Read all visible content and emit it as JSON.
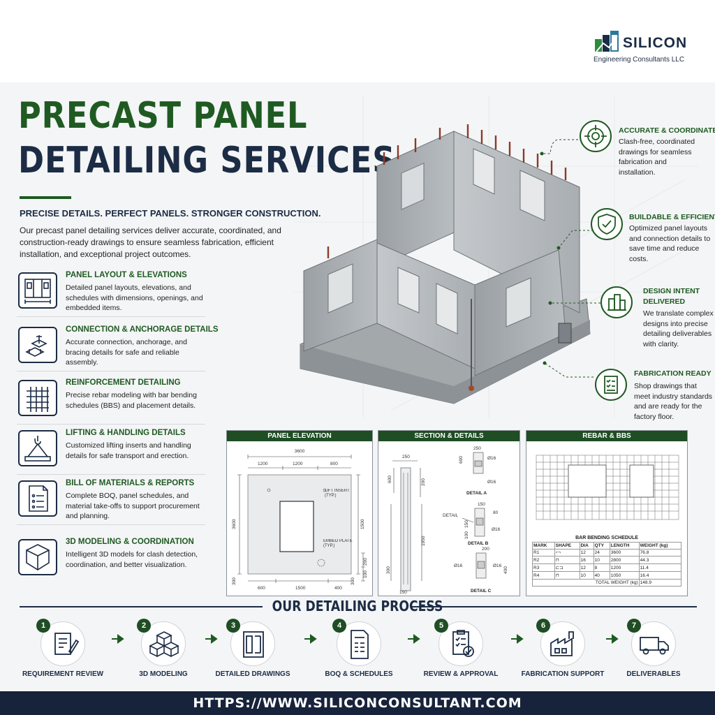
{
  "brand": {
    "name": "SILICON",
    "subtitle": "Engineering Consultants LLC"
  },
  "hero": {
    "title_line1": "PRECAST PANEL",
    "title_line2": "DETAILING SERVICES",
    "tagline": "PRECISE DETAILS. PERFECT PANELS. STRONGER CONSTRUCTION.",
    "intro": "Our precast panel detailing services deliver accurate, coordinated, and construction-ready drawings to ensure seamless fabrication, efficient installation, and exceptional project outcomes."
  },
  "services": [
    {
      "title": "PANEL LAYOUT & ELEVATIONS",
      "desc": "Detailed panel layouts, elevations, and schedules with dimensions, openings, and embedded items.",
      "icon": "panel-layout-icon"
    },
    {
      "title": "CONNECTION & ANCHORAGE DETAILS",
      "desc": "Accurate connection, anchorage, and bracing details for safe and reliable assembly.",
      "icon": "connection-icon"
    },
    {
      "title": "REINFORCEMENT DETAILING",
      "desc": "Precise rebar modeling with bar bending schedules (BBS) and placement details.",
      "icon": "rebar-grid-icon"
    },
    {
      "title": "LIFTING & HANDLING DETAILS",
      "desc": "Customized lifting inserts and handling details for safe transport and erection.",
      "icon": "lifting-hook-icon"
    },
    {
      "title": "BILL OF MATERIALS & REPORTS",
      "desc": "Complete BOQ, panel schedules, and material take-offs to support procurement and planning.",
      "icon": "document-list-icon"
    },
    {
      "title": "3D MODELING & COORDINATION",
      "desc": "Intelligent 3D models for clash detection, coordination, and better visualization.",
      "icon": "cube-icon"
    }
  ],
  "features": [
    {
      "title": "ACCURATE & COORDINATED",
      "desc": "Clash-free, coordinated drawings for seamless fabrication and installation.",
      "icon": "target-icon"
    },
    {
      "title": "BUILDABLE & EFFICIENT",
      "desc": "Optimized panel layouts and connection details to save time and reduce costs.",
      "icon": "shield-check-icon"
    },
    {
      "title": "DESIGN INTENT DELIVERED",
      "desc": "We translate complex designs into precise detailing deliverables with clarity.",
      "icon": "buildings-icon"
    },
    {
      "title": "FABRICATION READY",
      "desc": "Shop drawings that meet industry standards and are ready for the factory floor.",
      "icon": "checklist-icon"
    }
  ],
  "panels": {
    "elevation": {
      "title": "PANEL ELEVATION",
      "dim_total": "3600",
      "dim_a": "1200",
      "dim_b": "1200",
      "dim_c": "800",
      "dim_h": "3600",
      "dim_open_h": "1500",
      "dim_bot_a": "600",
      "dim_bot_b": "1500",
      "dim_bot_c": "400",
      "dim_left_b": "300",
      "dim_right_b": "300",
      "dim_r1": "200",
      "dim_r2": "100",
      "note_insert": "LIFT INSERT (TYP.)",
      "note_embed": "EMBED PLATE (TYP.)"
    },
    "section": {
      "title": "SECTION & DETAILS",
      "d250": "250",
      "d600": "600",
      "d200": "200",
      "d1950": "1950",
      "d150": "150",
      "d300": "300",
      "detail_a": "DETAIL A",
      "detail_b": "DETAIL B",
      "detail_c": "DETAIL C",
      "detail_label": "DETAIL",
      "da_ad1": "Ø16",
      "da_ad2": "Ø16",
      "db_w": "150",
      "db_w2": "80",
      "db_h1": "150",
      "db_h2": "100",
      "db_ad": "Ø16",
      "dc_w": "200",
      "dc_ad1": "Ø16",
      "dc_ad2": "Ø16",
      "dc_v": "400"
    },
    "rebar": {
      "title": "REBAR & BBS",
      "table_title": "BAR BENDING SCHEDULE",
      "columns": [
        "MARK",
        "SHAPE",
        "DIA",
        "QTY",
        "LENGTH",
        "WEIGHT (kg)"
      ],
      "rows": [
        {
          "mark": "R1",
          "dia": "12",
          "qty": "24",
          "length": "3600",
          "weight": "76.8"
        },
        {
          "mark": "R2",
          "dia": "16",
          "qty": "10",
          "length": "2800",
          "weight": "44.3"
        },
        {
          "mark": "R3",
          "dia": "12",
          "qty": "8",
          "length": "1200",
          "weight": "11.4"
        },
        {
          "mark": "R4",
          "dia": "10",
          "qty": "40",
          "length": "1050",
          "weight": "16.4"
        }
      ],
      "total_label": "TOTAL WEIGHT (kg)",
      "total_value": "148.9"
    }
  },
  "process": {
    "title": "OUR DETAILING PROCESS",
    "steps": [
      {
        "num": "1",
        "label": "REQUIREMENT REVIEW",
        "icon": "clipboard-pen-icon"
      },
      {
        "num": "2",
        "label": "3D MODELING",
        "icon": "cubes-icon"
      },
      {
        "num": "3",
        "label": "DETAILED DRAWINGS",
        "icon": "drawing-sheet-icon"
      },
      {
        "num": "4",
        "label": "BOQ & SCHEDULES",
        "icon": "schedule-sheet-icon"
      },
      {
        "num": "5",
        "label": "REVIEW & APPROVAL",
        "icon": "clipboard-check-icon"
      },
      {
        "num": "6",
        "label": "FABRICATION SUPPORT",
        "icon": "factory-icon"
      },
      {
        "num": "7",
        "label": "DELIVERABLES",
        "icon": "truck-icon"
      }
    ]
  },
  "footer": {
    "url": "HTTPS://WWW.SILICONCONSULTANT.COM"
  },
  "colors": {
    "green": "#1f5a22",
    "navy": "#1c2c45",
    "footer": "#17233a"
  }
}
